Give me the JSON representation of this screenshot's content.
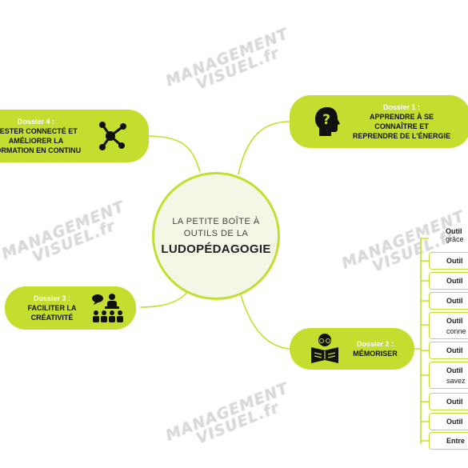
{
  "watermark": {
    "line1": "MANAGEMENT",
    "line2": "VISUEL.fr"
  },
  "center": {
    "line1": "LA PETITE BOÎTE À",
    "line2": "OUTILS DE LA",
    "line3": "LUDOPÉDAGOGIE"
  },
  "dossiers": [
    {
      "label": "Dossier 1 :",
      "line1": "APPRENDRE À SE",
      "line2": "CONNAÎTRE ET",
      "line3": "REPRENDRE DE L'ÉNERGIE",
      "icon": "head-question-icon"
    },
    {
      "label": "Dossier 2 :",
      "line1": "MÉMORISER",
      "icon": "reader-book-icon"
    },
    {
      "label": "Dossier 3 :",
      "line1": "FACILITER LA",
      "line2": "CRÉATIVITÉ",
      "icon": "speaker-audience-icon"
    },
    {
      "label": "Dossier 4 :",
      "line1": "RESTER CONNECTÉ ET",
      "line2": "AMÉLIORER LA",
      "line3": "FORMATION EN CONTINU",
      "icon": "network-nodes-icon"
    }
  ],
  "top_fragment": {
    "bold": "Outil",
    "text": "grâce"
  },
  "outils": [
    {
      "bold": "Outil",
      "sub": ""
    },
    {
      "bold": "Outil",
      "sub": ""
    },
    {
      "bold": "Outil",
      "sub": ""
    },
    {
      "bold": "Outil",
      "sub": "conne"
    },
    {
      "bold": "Outil",
      "sub": ""
    },
    {
      "bold": "Outil",
      "sub": "savez"
    },
    {
      "bold": "Outil",
      "sub": ""
    },
    {
      "bold": "Outil",
      "sub": ""
    },
    {
      "bold": "Entre",
      "sub": ""
    }
  ],
  "colors": {
    "accent": "#c5dd2e",
    "center_fill": "#f4f6e6",
    "dossier_label": "#ffffff"
  }
}
